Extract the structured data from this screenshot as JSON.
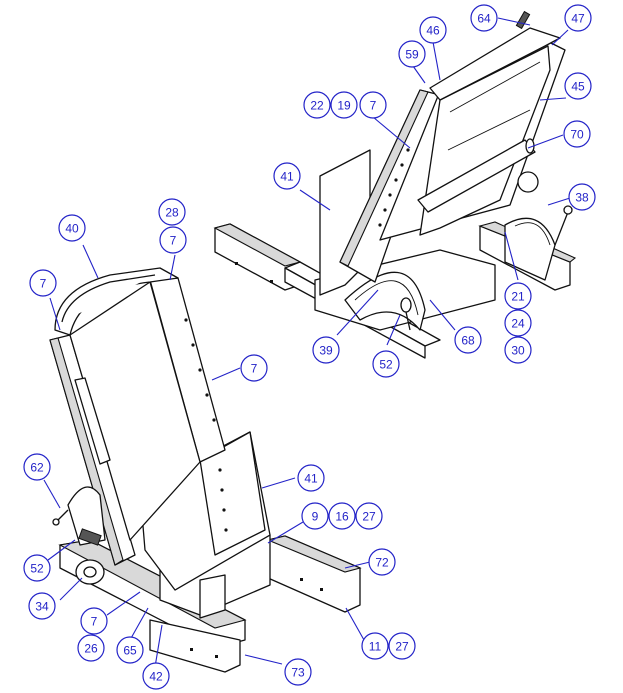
{
  "drawing": {
    "line_color": "#111111",
    "balloon_color": "#2323c8",
    "balloons": [
      {
        "id": "64",
        "label": "64"
      },
      {
        "id": "47",
        "label": "47"
      },
      {
        "id": "46",
        "label": "46"
      },
      {
        "id": "59",
        "label": "59"
      },
      {
        "id": "45",
        "label": "45"
      },
      {
        "id": "22",
        "label": "22"
      },
      {
        "id": "19",
        "label": "19"
      },
      {
        "id": "7a",
        "label": "7"
      },
      {
        "id": "70",
        "label": "70"
      },
      {
        "id": "41a",
        "label": "41"
      },
      {
        "id": "38",
        "label": "38"
      },
      {
        "id": "28",
        "label": "28"
      },
      {
        "id": "7b",
        "label": "7"
      },
      {
        "id": "40",
        "label": "40"
      },
      {
        "id": "21",
        "label": "21"
      },
      {
        "id": "24",
        "label": "24"
      },
      {
        "id": "30",
        "label": "30"
      },
      {
        "id": "7c",
        "label": "7"
      },
      {
        "id": "39",
        "label": "39"
      },
      {
        "id": "68",
        "label": "68"
      },
      {
        "id": "52a",
        "label": "52"
      },
      {
        "id": "7d",
        "label": "7"
      },
      {
        "id": "62",
        "label": "62"
      },
      {
        "id": "41b",
        "label": "41"
      },
      {
        "id": "9",
        "label": "9"
      },
      {
        "id": "16",
        "label": "16"
      },
      {
        "id": "27a",
        "label": "27"
      },
      {
        "id": "52b",
        "label": "52"
      },
      {
        "id": "72",
        "label": "72"
      },
      {
        "id": "34",
        "label": "34"
      },
      {
        "id": "7e",
        "label": "7"
      },
      {
        "id": "26",
        "label": "26"
      },
      {
        "id": "65",
        "label": "65"
      },
      {
        "id": "11",
        "label": "11"
      },
      {
        "id": "27b",
        "label": "27"
      },
      {
        "id": "42",
        "label": "42"
      },
      {
        "id": "73",
        "label": "73"
      }
    ]
  }
}
